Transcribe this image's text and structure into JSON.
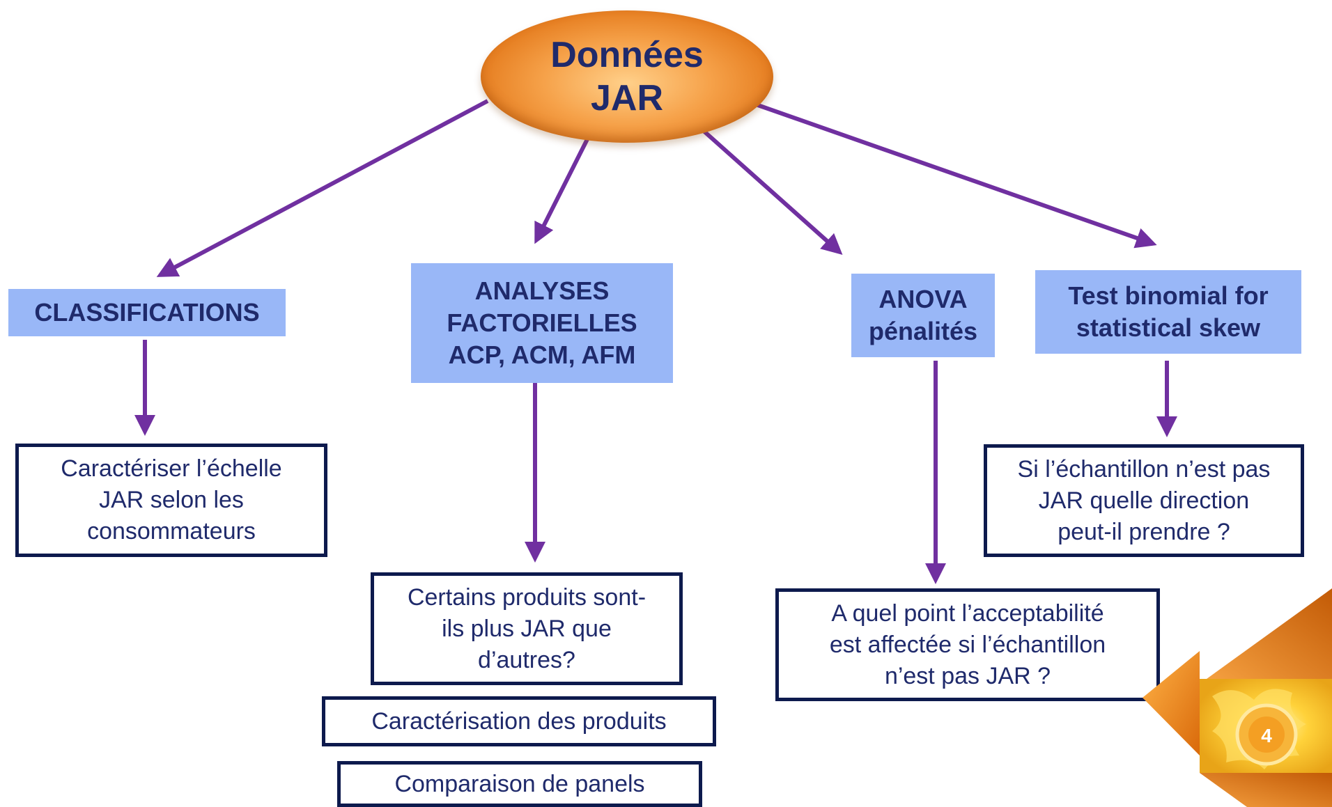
{
  "root": {
    "label": "Données\nJAR"
  },
  "categories": [
    {
      "id": "classifications",
      "label": "CLASSIFICATIONS"
    },
    {
      "id": "analyses",
      "label": "ANALYSES\nFACTORIELLES\nACP, ACM, AFM"
    },
    {
      "id": "anova",
      "label": "ANOVA\npénalités"
    },
    {
      "id": "binomial",
      "label": "Test binomial for\nstatistical skew"
    }
  ],
  "outcomes": [
    {
      "id": "echelle",
      "label": "Caractériser l’échelle\nJAR selon les\nconsommateurs"
    },
    {
      "id": "produits-jar",
      "label": "Certains produits sont-\nils plus JAR que\nd’autres?"
    },
    {
      "id": "caracterisation",
      "label": "Caractérisation des produits"
    },
    {
      "id": "comparaison",
      "label": "Comparaison de panels"
    },
    {
      "id": "acceptabilite",
      "label": "A quel point l’acceptabilité\nest affectée si l’échantillon\nn’est pas JAR ?"
    },
    {
      "id": "direction",
      "label": "Si l’échantillon n’est pas\nJAR quelle direction\npeut-il prendre ?"
    }
  ],
  "page_number": "4",
  "colors": {
    "arrow": "#7030a0",
    "category_fill": "#99b7f7",
    "text": "#1f2a6b",
    "box_border": "#0d1a4d",
    "accent_orange": "#f08a1c"
  }
}
